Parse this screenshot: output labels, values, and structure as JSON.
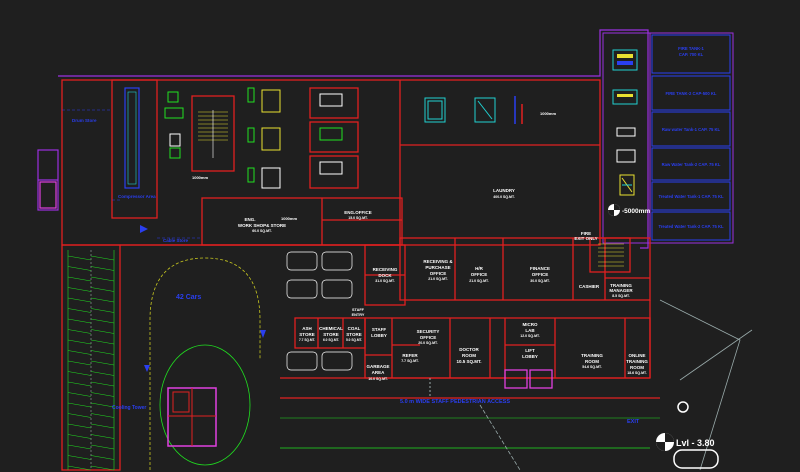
{
  "colors": {
    "background": "#1f1f1f",
    "wall": "#e02020",
    "boundary": "#9b30e0",
    "blue": "#2a3ff0",
    "green": "#20e020",
    "yellow": "#e8e030",
    "cyan": "#20d0d0",
    "white": "#ffffff",
    "magenta": "#e040e0"
  },
  "rooms": {
    "laundry": {
      "name": "LAUNDRY",
      "area": "400.0 SQ.MT."
    },
    "eng_workshop": {
      "name1": "ENG.",
      "name2": "WORK SHOP& STORE",
      "area": "60.0 SQ.MT."
    },
    "eng_office": {
      "name": "ENG.OFFICE",
      "area": "15.0 SQ.MT."
    },
    "receiving": {
      "name1": "RECEIVING &",
      "name2": "PURCHASE",
      "name3": "OFFICE",
      "area": "21.0 SQ.MT."
    },
    "hr": {
      "name1": "H/R",
      "name2": "OFFICE",
      "area": "21.0 SQ.MT."
    },
    "finance": {
      "name1": "FINANCE",
      "name2": "OFFICE",
      "area": "30.0 SQ.MT."
    },
    "cashier": {
      "name": "CASHIER"
    },
    "training_manager": {
      "name1": "TRAINING",
      "name2": "MANAGER",
      "area": "8.5 SQ.MT."
    },
    "fire_exit": {
      "name1": "FIRE",
      "name2": "EXIT ONLY"
    },
    "receiving_dock": {
      "name1": "RECEIVING",
      "name2": "DOCK",
      "area": "31.0 SQ.MT."
    },
    "ash_store": {
      "name1": "ASH",
      "name2": "STORE",
      "area": "7.7 SQ.MT."
    },
    "chemical_store": {
      "name1": "CHEMICAL",
      "name2": "STORE",
      "area": "6.0 SQ.MT."
    },
    "coal_store": {
      "name1": "COAL",
      "name2": "STORE",
      "area": "5.0 SQ.MT."
    },
    "staff_entry": {
      "name1": "STAFF",
      "name2": "ENTRY"
    },
    "staff_lobby": {
      "name1": "STAFF",
      "name2": "LOBBY"
    },
    "security": {
      "name1": "SECURITY",
      "name2": "OFFICE",
      "area": "20.0 SQ.MT."
    },
    "refer": {
      "name": "REFER",
      "area": "7.7 SQ.MT."
    },
    "doctor": {
      "name1": "DOCTOR",
      "name2": "ROOM",
      "area": "10.5 SQ.MT."
    },
    "garbage": {
      "name1": "GARBAGE",
      "name2": "AREA",
      "area": "10.0 SQ.MT."
    },
    "micro_lab": {
      "name1": "MICRO",
      "name2": "LAB",
      "area": "12.0 SQ.MT."
    },
    "lift_lobby": {
      "name1": "LIFT",
      "name2": "LOBBY"
    },
    "training_room": {
      "name1": "TRAINING",
      "name2": "ROOM",
      "area": "54.6 SQ.MT."
    },
    "online_training": {
      "name1": "ONLINE",
      "name2": "TRAINING",
      "name3": "ROOM",
      "area": "18.6 SQ.MT."
    }
  },
  "tanks": [
    {
      "line1": "FIRE TANK-1",
      "line2": "CAP. 700 KL"
    },
    {
      "line1": "FIRE TANK-2 CAP-500 KL"
    },
    {
      "line1": "Raw water Tank-1 CAP. 75 KL"
    },
    {
      "line1": "Raw Water Tank-2 CAP. 75 KL"
    },
    {
      "line1": "Treated Water Tank-1 CAP. 75 KL"
    },
    {
      "line1": "Treated Water Tank-2 CAP. 75 KL"
    }
  ],
  "labels": {
    "cars": "42 Cars",
    "road": "5.0 m WIDE STAFF PEDESTRIAN ACCESS",
    "level": "Lvl - 3.80",
    "depth": "-5000mm",
    "exit": "EXIT",
    "left_top": "Drum Store",
    "left_mid": "Compressor Area",
    "left_bottom": "Cable Store",
    "circle_area": "Cooling Tower",
    "equip_tag": "1000mm"
  }
}
